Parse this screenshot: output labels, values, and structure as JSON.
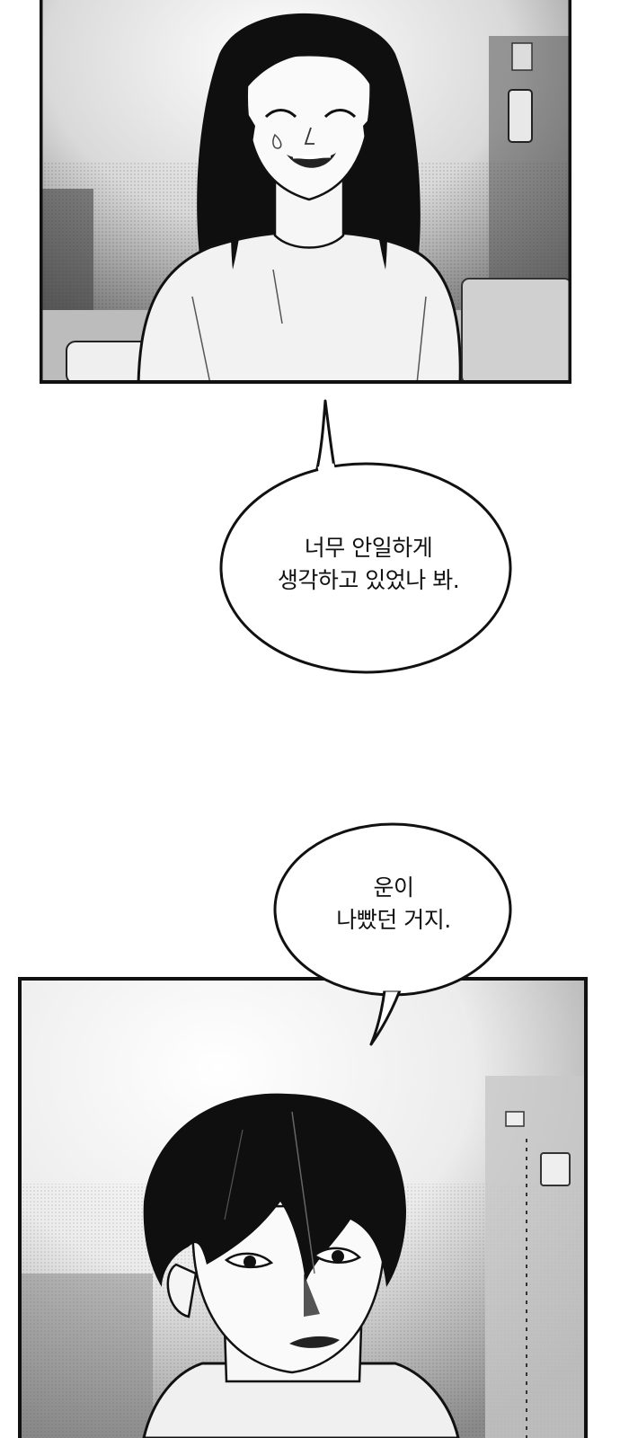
{
  "panels": [
    {
      "name": "panel-woman-smiling"
    },
    {
      "name": "panel-man-looking-down"
    }
  ],
  "bubbles": [
    {
      "lines": [
        "너무 안일하게",
        "생각하고 있었나 봐."
      ]
    },
    {
      "lines": [
        "운이",
        "나빴던 거지."
      ]
    }
  ],
  "colors": {
    "ink": "#111111",
    "paper": "#ffffff",
    "tone": "#9a9a9a"
  }
}
